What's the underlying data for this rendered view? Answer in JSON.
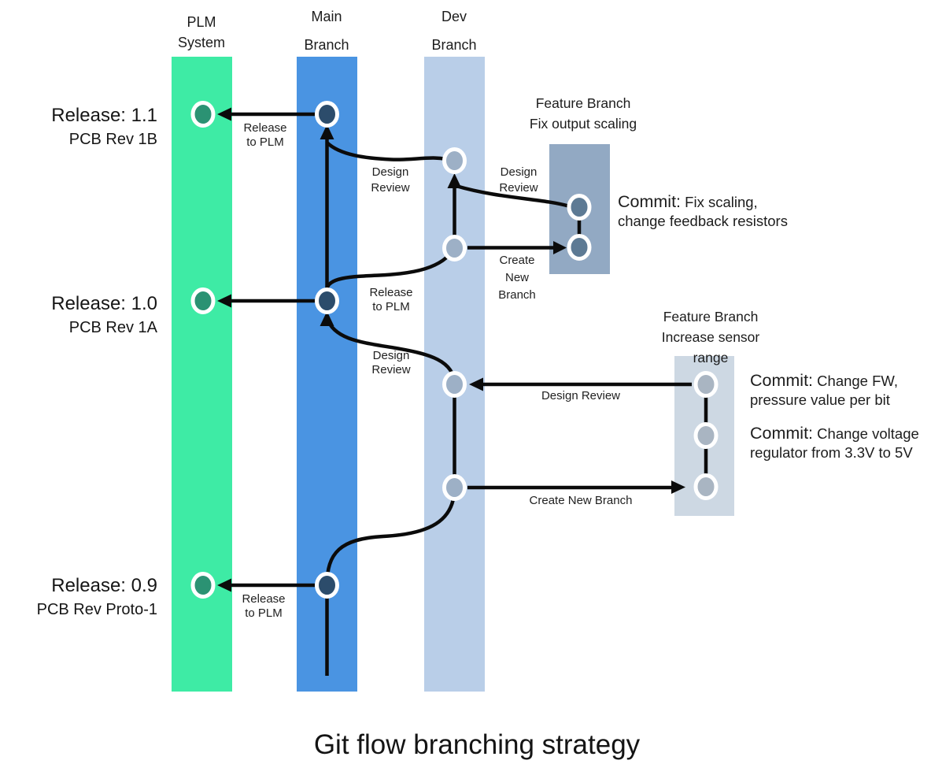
{
  "title": "Git flow branching strategy",
  "columns": {
    "plm": {
      "line1": "PLM",
      "line2": "System",
      "node_count": 3
    },
    "main": {
      "line1": "Main",
      "line2": "Branch",
      "node_count": 3
    },
    "dev": {
      "line1": "Dev",
      "line2": "Branch",
      "node_count": 4
    }
  },
  "releases": [
    {
      "version": "Release: 1.1",
      "pcb": "PCB Rev 1B"
    },
    {
      "version": "Release: 1.0",
      "pcb": "PCB Rev 1A"
    },
    {
      "version": "Release: 0.9",
      "pcb": "PCB Rev Proto-1"
    }
  ],
  "feature_branches": [
    {
      "title_lines": [
        "Feature Branch",
        "Fix output scaling"
      ],
      "node_count": 2
    },
    {
      "title_lines": [
        "Feature Branch",
        "Increase sensor",
        "range"
      ],
      "node_count": 3
    }
  ],
  "edge_labels": {
    "release_to_plm": [
      "Release",
      "to PLM"
    ],
    "design_review": [
      "Design",
      "Review"
    ],
    "design_review_inline": "Design Review",
    "create_new_branch": [
      "Create",
      "New",
      "Branch"
    ],
    "create_new_branch_inline": "Create New Branch"
  },
  "commits": [
    {
      "prefix": "Commit:",
      "line1": "Fix scaling,",
      "line2": "change feedback resistors"
    },
    {
      "prefix": "Commit:",
      "line1": "Change FW,",
      "line2": "pressure value per bit"
    },
    {
      "prefix": "Commit:",
      "line1": "Change voltage",
      "line2": "regulator from 3.3V to 5V"
    }
  ],
  "edges": [
    {
      "from": "main-1.1",
      "to": "plm-1.1",
      "label": "Release to PLM"
    },
    {
      "from": "main-1.0",
      "to": "plm-1.0",
      "label": "Release to PLM"
    },
    {
      "from": "main-0.9",
      "to": "plm-0.9",
      "label": "Release to PLM"
    },
    {
      "from": "dev",
      "to": "main-1.1",
      "label": "Design Review"
    },
    {
      "from": "feature-fix-output-scaling",
      "to": "dev",
      "label": "Design Review"
    },
    {
      "from": "dev",
      "to": "feature-fix-output-scaling",
      "label": "Create New Branch"
    },
    {
      "from": "dev",
      "to": "main-1.0",
      "label": "Design Review"
    },
    {
      "from": "feature-increase-sensor-range",
      "to": "dev",
      "label": "Design Review"
    },
    {
      "from": "dev",
      "to": "feature-increase-sensor-range",
      "label": "Create New Branch"
    },
    {
      "from": "main-0.9",
      "to": "dev",
      "label": ""
    },
    {
      "from": "main-1.0",
      "to": "dev",
      "label": ""
    }
  ],
  "colors": {
    "plm_band": "#3EEBA5",
    "plm_node": "#2B9273",
    "main_band": "#4A94E2",
    "main_node": "#2C4C6B",
    "dev_band": "#B9CEE8",
    "dev_node": "#9DB0C6",
    "feature1_box": "#92A9C3",
    "feature1_node": "#5D7A94",
    "feature2_box": "#CDD8E3",
    "feature2_node": "#A9B5C2",
    "edge": "#0B0B0B",
    "text": "#1D1D1D"
  }
}
